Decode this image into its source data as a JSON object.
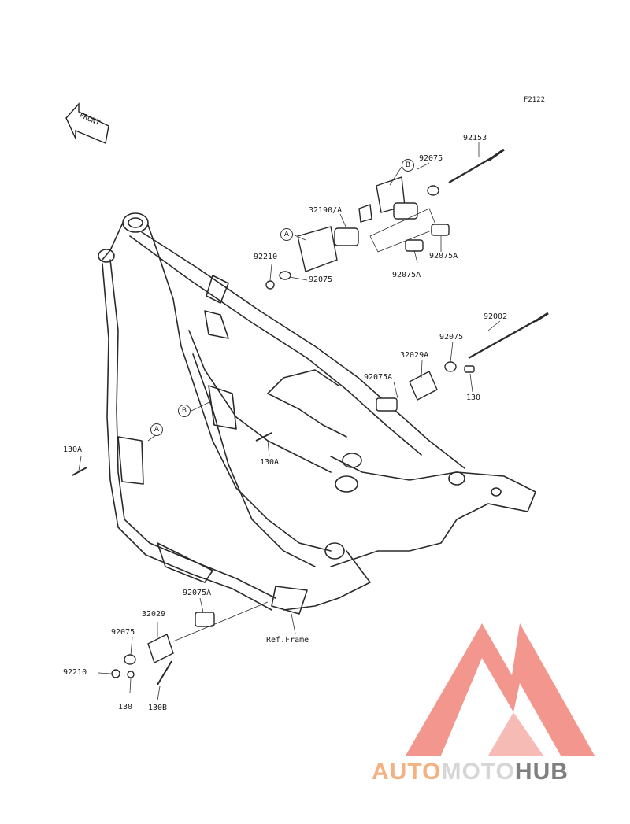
{
  "diagram": {
    "figure_code": "F2122",
    "front_label": "FRONT",
    "ref_frame_label": "Ref.Frame",
    "part_labels": [
      "92153",
      "92075",
      "32190/A",
      "92210",
      "92075",
      "92075A",
      "92075A",
      "92002",
      "92075",
      "32029A",
      "92075A",
      "130",
      "130A",
      "130A",
      "92075A",
      "32029",
      "92075",
      "92210",
      "130",
      "130B"
    ],
    "callouts": [
      "B",
      "A",
      "B",
      "A"
    ]
  },
  "watermark": {
    "part1": "AUTO",
    "part2": "MOTO",
    "part3": "HUB",
    "color_part1": "#f4b183",
    "color_part2": "#d6d6d6",
    "color_part3": "#7f7f7f",
    "triangle_color": "#f28b82"
  }
}
